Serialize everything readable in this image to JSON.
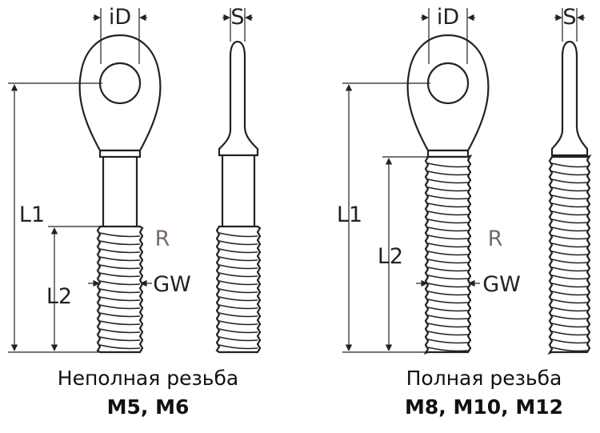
{
  "labels": {
    "inner_diameter": "iD",
    "thickness": "S",
    "length_total": "L1",
    "length_thread": "L2",
    "radius": "R",
    "thread": "GW"
  },
  "variants": [
    {
      "caption": "Неполная резьба",
      "sizes": "M5, M6"
    },
    {
      "caption": "Полная резьба",
      "sizes": "M8, M10, M12"
    }
  ],
  "colors": {
    "line": "#222222",
    "radius_label": "#7a6a66"
  }
}
